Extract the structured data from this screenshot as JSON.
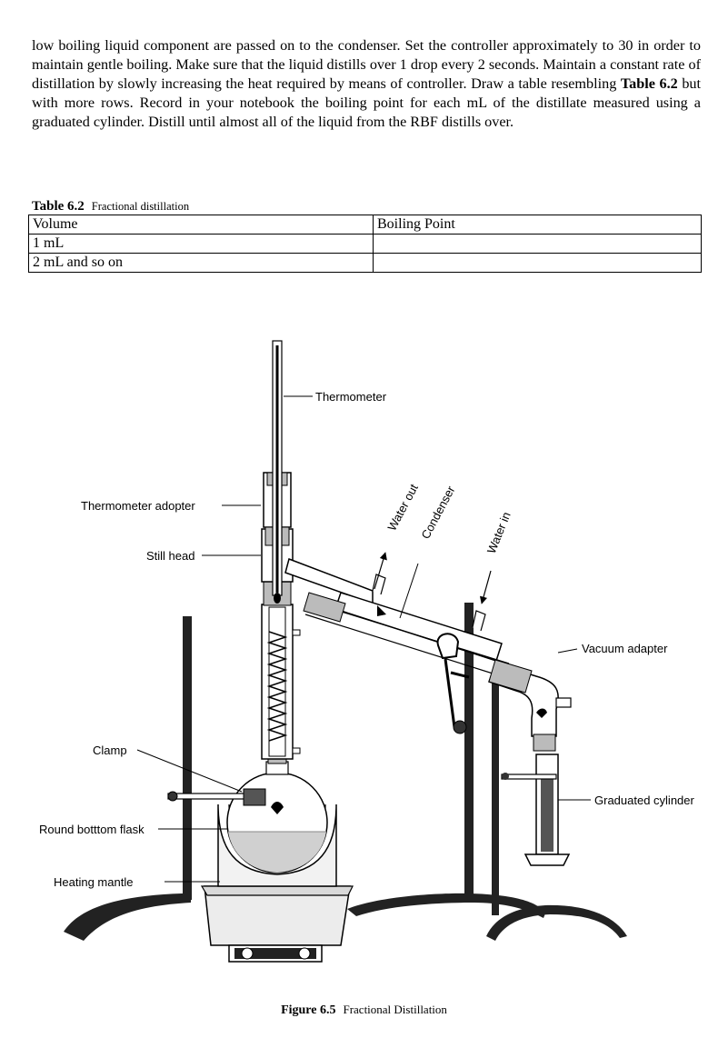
{
  "paragraph": {
    "part1": "low boiling liquid component are passed on to the condenser. Set the controller approximately to 30 in order to maintain gentle boiling. Make sure that the liquid distills over 1 drop every 2 seconds. Maintain a constant rate of distillation by slowly increasing the heat required by means of controller. Draw a table resembling ",
    "bold_ref": "Table 6.2",
    "part2": " but with more rows. Record in your notebook the boiling point for each mL of the distillate measured using a graduated cylinder. Distill until almost all of the liquid from the RBF distills over."
  },
  "table": {
    "caption_number": "Table 6.2",
    "caption_text": "Fractional distillation",
    "headers": [
      "Volume",
      "Boiling Point"
    ],
    "rows": [
      [
        "1 mL",
        ""
      ],
      [
        "2 mL and so on",
        ""
      ]
    ]
  },
  "figure": {
    "labels": {
      "thermometer": "Thermometer",
      "thermometer_adapter": "Thermometer adopter",
      "still_head": "Still head",
      "water_out": "Water out",
      "condenser": "Condenser",
      "water_in": "Water in",
      "vacuum_adapter": "Vacuum adapter",
      "clamp": "Clamp",
      "round_bottom_flask": "Round botttom flask",
      "heating_mantle": "Heating mantle",
      "graduated_cylinder": "Graduated cylinder"
    },
    "caption_number": "Figure 6.5",
    "caption_text": "Fractional Distillation"
  }
}
